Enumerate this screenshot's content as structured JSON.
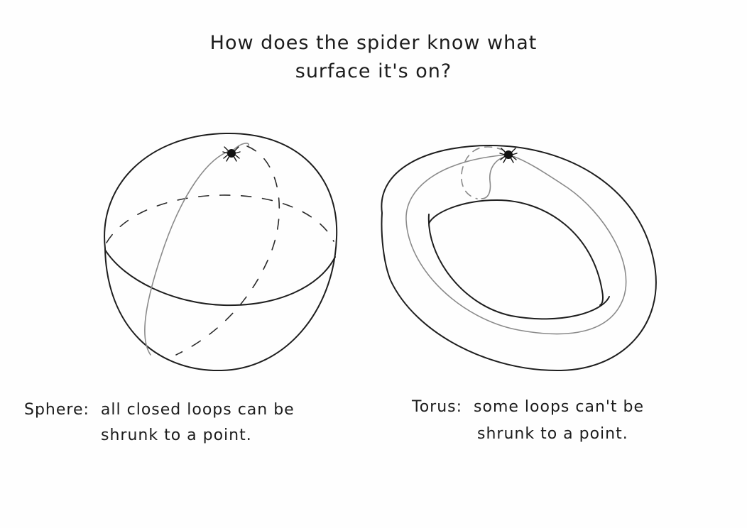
{
  "title": {
    "line1": "How does the spider know what",
    "line2": "surface it's on?"
  },
  "sphere": {
    "label": "Sphere:",
    "caption_line1": "all closed loops can be",
    "caption_line2": "shrunk to a point."
  },
  "torus": {
    "label": "Torus:",
    "caption_line1": "some loops can't be",
    "caption_line2": "shrunk to a point."
  },
  "colors": {
    "ink": "#1e1e1e",
    "loop": "#8a8a8a",
    "paper": "#fefefe"
  },
  "icons": [
    "spider-icon",
    "spider-icon"
  ]
}
